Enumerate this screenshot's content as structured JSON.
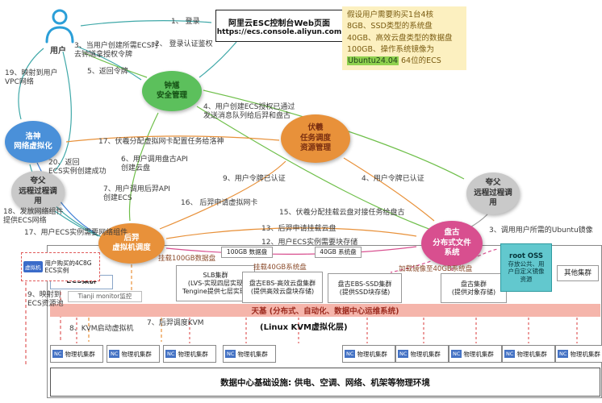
{
  "user": {
    "label": "用户"
  },
  "console": {
    "title": "阿里云ESC控制台Web页面",
    "url": "https://ecs.console.aliyun.com"
  },
  "note": {
    "line1": "假设用户需要购买1台4核",
    "line2": "8GB、SSD类型的系统盘",
    "line3": "40GB、高效云盘类型的数据盘",
    "line4": "100GB、操作系统镜像为",
    "highlight": "Ubuntu24.04",
    "line5_rest": " 64位的ECS"
  },
  "nodes": {
    "zhongkui": "钟馗\n安全管理",
    "fuxi": "伏羲\n任务调度\n资源管理",
    "luoshen": "洛神\n网络虚拟化",
    "kuafu_left": "夸父\n远程过程调\n用",
    "kuafu_right": "夸父\n远程过程调\n用",
    "houyi": "后羿\n虚拟机调度",
    "pangu": "盘古\n分布式文件\n系统"
  },
  "steps": {
    "s1": "1、 登录",
    "s2": "2、 登录认证鉴权",
    "s3": "3、当用户创建所需ECS时\n去钟馗拿授权令牌",
    "s4": "4、用户创建ECS授权已通过\n发送消息队列给后羿和盘古",
    "s5": "5、返回令牌",
    "s6": "6、用户调用盘古API\n创建云盘",
    "s7": "7、用户调用后羿API\n创建ECS",
    "s9_token": "9、用户令牌已认证",
    "s12": "12、用户ECS实例需要块存储",
    "s13": "13、后羿申请挂载云盘",
    "s15": "15、伏羲分配挂载云盘对接任务给盘古",
    "s16": "16、 后羿申请虚拟网卡",
    "s17_fuxi": "17、伏羲分配虚拟网卡配置任务给洛神",
    "s17_net": "17、用户ECS实例需要网络组件",
    "s18": "18、发放网络组件\n提供ECS网络",
    "s19": "19、映射到用户\nVPC网络",
    "s20": "20、返回\nECS实例创建成功",
    "s4_token": "4、用户令牌已认证",
    "s3_image": "3、调用用户所需的Ubuntu镜像",
    "s7_kvm": "7、后羿调度KVM",
    "s8_kvm": "8、KVM启动虚拟机",
    "s9_map": "9、映射到\nECS资源池",
    "mount_100": "挂载100GB数据盘",
    "mount_40": "挂载40GB系统盘",
    "load_image": "加载镜像至40GB系统盘"
  },
  "bottom": {
    "vm_chip": "虚拟机",
    "vm_label": "用户购买的4C8G\nECS实例",
    "ecs_cluster": "ECS集群",
    "tianji_monitor": "Tianji monitor监控",
    "slb": "SLB集群\n(LVS-实现四层实现\nTengine提供七层实现)",
    "disk_100": "100GB 数据盘",
    "disk_40": "40GB 系统盘",
    "ebs_efficient": "盘古EBS-高效云盘集群\n(提供高效云盘块存储)",
    "ebs_ssd": "盘古EBS-SSD集群\n(提供SSD块存储)",
    "pangu_cluster": "盘古集群\n(提供对象存储)",
    "root_oss_title": "root OSS",
    "root_oss_body": "存放公共、用\n户自定义镜像\n资源",
    "other_cluster": "其他集群",
    "tianji_bar": "天基  (分布式、自动化、数据中心运维系统)",
    "kvm_layer": "(Linux KVM虚拟化层)",
    "nc_chip": "NC",
    "nc_label": "物理机集群",
    "datacenter_bar": "数据中心基础设施: 供电、空调、网络、机架等物理环境"
  },
  "colors": {
    "teal": "#3fa8a8",
    "green": "#6fbf4a",
    "orange": "#e8913a",
    "pink": "#d84f8f",
    "gray": "#9e9e9e",
    "blue": "#3f7fd6",
    "note_bg": "#fcf0c0",
    "tianji_bg": "#f5b5ab",
    "oss_bg": "#62c8ce"
  }
}
